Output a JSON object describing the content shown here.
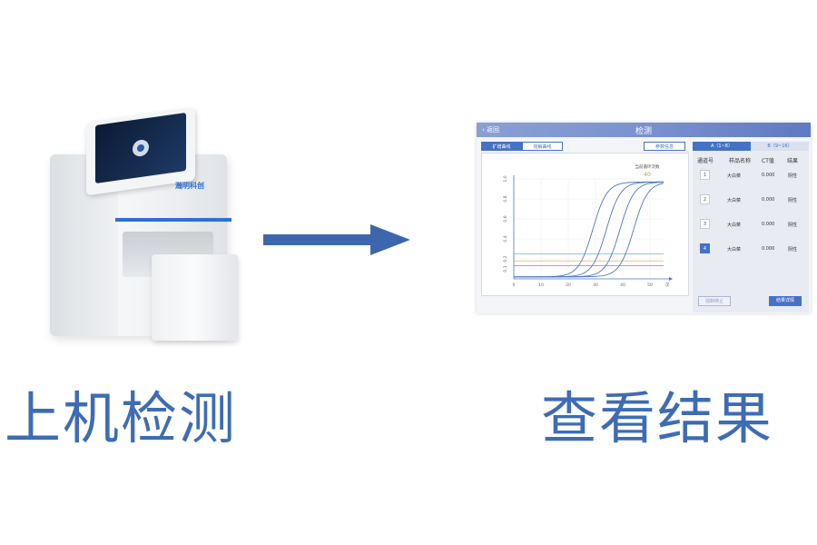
{
  "captions": {
    "left": "上机检测",
    "right": "查看结果"
  },
  "device": {
    "logo_text": "瀚明科创"
  },
  "screen": {
    "back_label": "返回",
    "title": "检测",
    "left_tabs": [
      "扩增曲线",
      "熔解曲线"
    ],
    "reference_button": "参数信息",
    "cycle_label": "当前循环次数",
    "cycle_value": "40",
    "right_tabs": [
      "A（1~8）",
      "B（9~16）"
    ],
    "table_headers": [
      "通道号",
      "样品名称",
      "CT值",
      "结果"
    ],
    "rows": [
      {
        "channel": "1",
        "name": "大白菜",
        "ct": "0.000",
        "result": "阴性",
        "selected": false
      },
      {
        "channel": "2",
        "name": "大白菜",
        "ct": "0.000",
        "result": "阴性",
        "selected": false
      },
      {
        "channel": "3",
        "name": "大白菜",
        "ct": "0.000",
        "result": "阴性",
        "selected": false
      },
      {
        "channel": "4",
        "name": "大白菜",
        "ct": "0.000",
        "result": "阴性",
        "selected": true
      }
    ],
    "stop_button": "强制停止",
    "detail_button": "结果详情"
  },
  "chart_data": {
    "type": "line",
    "x_ticks": [
      "0",
      "10",
      "20",
      "30",
      "40",
      "50"
    ],
    "x_unit": "次",
    "y_ticks": [
      "0.1",
      "0.2",
      "0.4",
      "0.6",
      "0.8",
      "1.0"
    ],
    "xlim": [
      0,
      55
    ],
    "ylim": [
      0,
      1.0
    ],
    "series": [
      {
        "midpoint": 29,
        "color": "#4a78c2"
      },
      {
        "midpoint": 34,
        "color": "#4a78c2"
      },
      {
        "midpoint": 39,
        "color": "#4a78c2"
      },
      {
        "midpoint": 44,
        "color": "#4a78c2"
      }
    ],
    "threshold_lines": [
      {
        "y": 0.25,
        "color": "#6bb6d6"
      },
      {
        "y": 0.18,
        "color": "#e0a050"
      },
      {
        "y": 0.13,
        "color": "#c94b7a"
      }
    ],
    "grid": true
  },
  "colors": {
    "brand_blue": "#4472c4",
    "caption_blue": "#3e6cb4",
    "arrow_blue": "#3d67ad"
  }
}
